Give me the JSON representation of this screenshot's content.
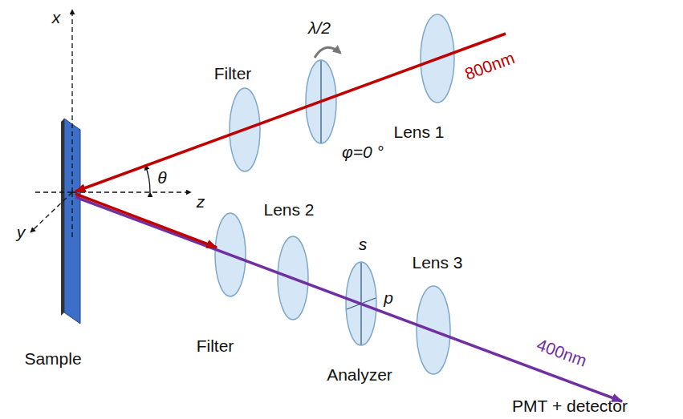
{
  "diagram": {
    "labels": [
      "x",
      "y",
      "z",
      "θ",
      "Filter",
      "λ/2",
      "φ=0 °",
      "Lens 1",
      "800nm",
      "Sample",
      "Filter",
      "Lens 2",
      "s",
      "p",
      "Analyzer",
      "Lens 3",
      "400nm",
      "PMT + detector"
    ]
  }
}
